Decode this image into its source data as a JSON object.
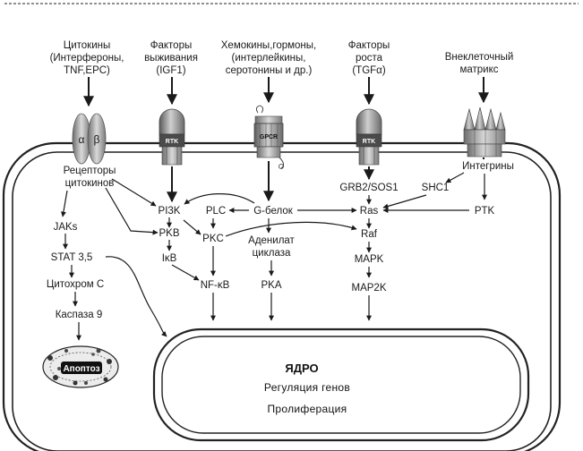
{
  "signals": {
    "cytokines": [
      "Цитокины",
      "(Интерфероны,",
      "TNF,EPC)"
    ],
    "survival": [
      "Факторы",
      "выживания",
      "(IGF1)"
    ],
    "chemokines": [
      "Хемокины,гормоны,",
      "(интерлейкины,",
      "серотонины и др.)"
    ],
    "growth": [
      "Факторы",
      "роста",
      "(TGFα)"
    ],
    "matrix": [
      "Внеклеточный",
      "матрикс"
    ]
  },
  "receptors": {
    "alpha": "α",
    "beta": "β",
    "rtk": "RTK",
    "gpcr": "GPCR"
  },
  "nodes": {
    "cytokine_receptors": [
      "Рецепторы",
      "цитокинов"
    ],
    "jaks": "JAKs",
    "stat": "STAT 3,5",
    "cytochrome": "Цитохром С",
    "caspase": "Каспаза 9",
    "apoptosis": "Апоптоз",
    "pi3k": "PI3K",
    "pkb": "PKB",
    "ikb": "IκB",
    "nfkb": "NF-κB",
    "plc": "PLC",
    "pkc": "PKC",
    "g_protein": "G-белок",
    "adenylate": [
      "Аденилат",
      "циклаза"
    ],
    "pka": "PKA",
    "grb2": "GRB2/SOS1",
    "shc1": "SHC1",
    "integrins": "Интегрины",
    "ras": "Ras",
    "raf": "Raf",
    "mapk": "MAPK",
    "map2k": "MAP2K",
    "ptk": "PTK"
  },
  "nucleus": {
    "title": "ЯДРО",
    "line1": "Регуляция генов",
    "line2": "Пролиферация"
  }
}
